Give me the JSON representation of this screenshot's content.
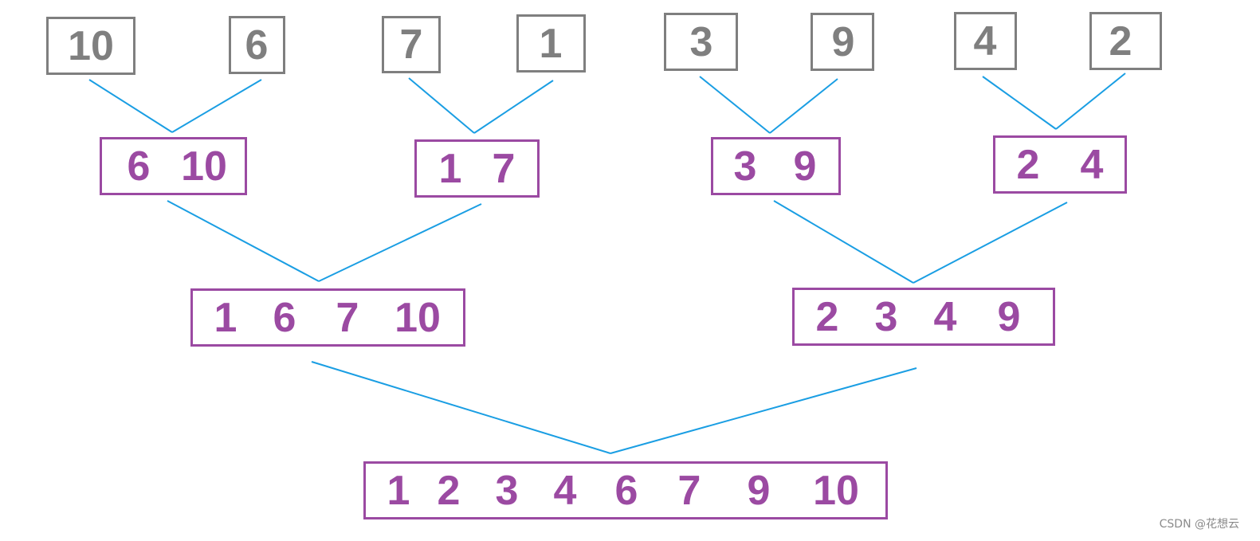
{
  "level0": {
    "boxes": [
      [
        "10"
      ],
      [
        "6"
      ],
      [
        "7"
      ],
      [
        "1"
      ],
      [
        "3"
      ],
      [
        "9"
      ],
      [
        "4"
      ],
      [
        "2"
      ]
    ]
  },
  "level1": {
    "boxes": [
      [
        "6",
        "10"
      ],
      [
        "1",
        "7"
      ],
      [
        "3",
        "9"
      ],
      [
        "2",
        "4"
      ]
    ]
  },
  "level2": {
    "boxes": [
      [
        "1",
        "6",
        "7",
        "10"
      ],
      [
        "2",
        "3",
        "4",
        "9"
      ]
    ]
  },
  "level3": {
    "boxes": [
      [
        "1",
        "2",
        "3",
        "4",
        "6",
        "7",
        "9",
        "10"
      ]
    ]
  },
  "colors": {
    "leaf_border": "#7f7f7f",
    "leaf_text": "#7f7f7f",
    "merged_border": "#9b4aa2",
    "merged_text": "#9b4aa2",
    "connector": "#1a9ee3"
  },
  "watermark": "CSDN @花想云"
}
